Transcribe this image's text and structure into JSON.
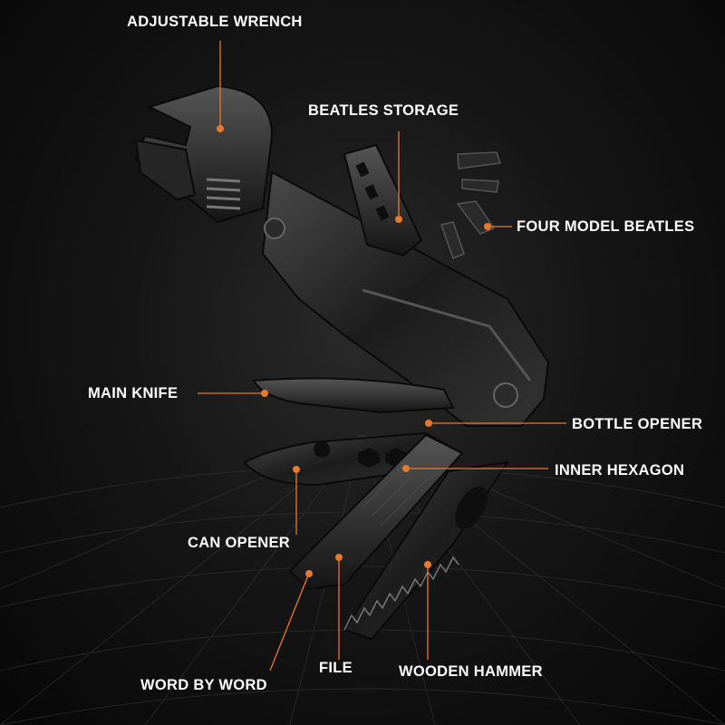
{
  "accent_color": "#e8782e",
  "background_color": "#111111",
  "labels": {
    "adjustable_wrench": "ADJUSTABLE WRENCH",
    "beatles_storage": "BEATLES STORAGE",
    "four_model_beatles": "FOUR MODEL BEATLES",
    "main_knife": "MAIN KNIFE",
    "bottle_opener": "BOTTLE OPENER",
    "inner_hexagon": "INNER HEXAGON",
    "can_opener": "CAN OPENER",
    "word_by_word": "WORD BY WORD",
    "file": "FILE",
    "wooden_hammer": "WOODEN HAMMER"
  }
}
